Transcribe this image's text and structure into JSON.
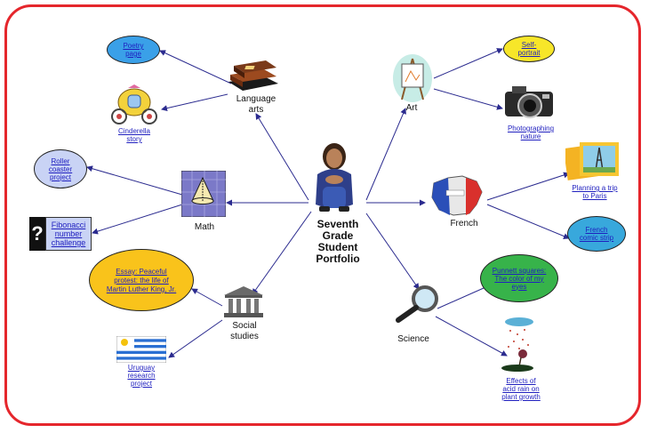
{
  "center": {
    "title_lines": [
      "Seventh",
      "Grade",
      "Student",
      "Portfolio"
    ]
  },
  "subjects": {
    "language_arts": [
      "Language",
      "arts"
    ],
    "math": "Math",
    "social_studies": [
      "Social",
      "studies"
    ],
    "art": "Art",
    "french": "French",
    "science": "Science"
  },
  "projects": {
    "poetry_page": [
      "Poetry",
      "page"
    ],
    "cinderella_story": [
      "Cinderella",
      "story"
    ],
    "roller_coaster": [
      "Roller",
      "coaster",
      "project"
    ],
    "fibonacci": [
      "Fibonacci",
      "number",
      "challenge"
    ],
    "essay": [
      "Essay: Peaceful",
      "protest: the life of",
      "Martin Luther King, Jr."
    ],
    "uruguay": [
      "Uruguay",
      "research",
      "project"
    ],
    "self_portrait": [
      "Self-",
      "portrait"
    ],
    "photographing_nature": [
      "Photographing",
      "nature"
    ],
    "trip_to_paris": [
      "Planning a trip",
      "to Paris"
    ],
    "french_comic": [
      "French",
      "comic strip"
    ],
    "punnett": [
      "Punnett squares:",
      "The color of my",
      "eyes"
    ],
    "acid_rain": [
      "Effects of",
      "acid rain on",
      "plant growth"
    ]
  },
  "colors": {
    "border": "#e5262c",
    "connector": "#2b2b8f",
    "bubble_blue": "#3aa0e8",
    "bubble_yellow": "#f7e629",
    "bubble_lavender": "#c9d3f5",
    "bubble_orange": "#f9c31b",
    "bubble_green": "#37b34a",
    "bubble_cyan": "#38a8dc"
  },
  "icons": [
    "student-photo-icon",
    "books-icon",
    "carriage-icon",
    "geometry-icon",
    "question-mark-icon",
    "columns-building-icon",
    "uruguay-flag-icon",
    "easel-icon",
    "camera-icon",
    "france-map-icon",
    "eiffel-tower-photo-icon",
    "magnifying-glass-icon",
    "rain-cloud-plant-icon"
  ]
}
